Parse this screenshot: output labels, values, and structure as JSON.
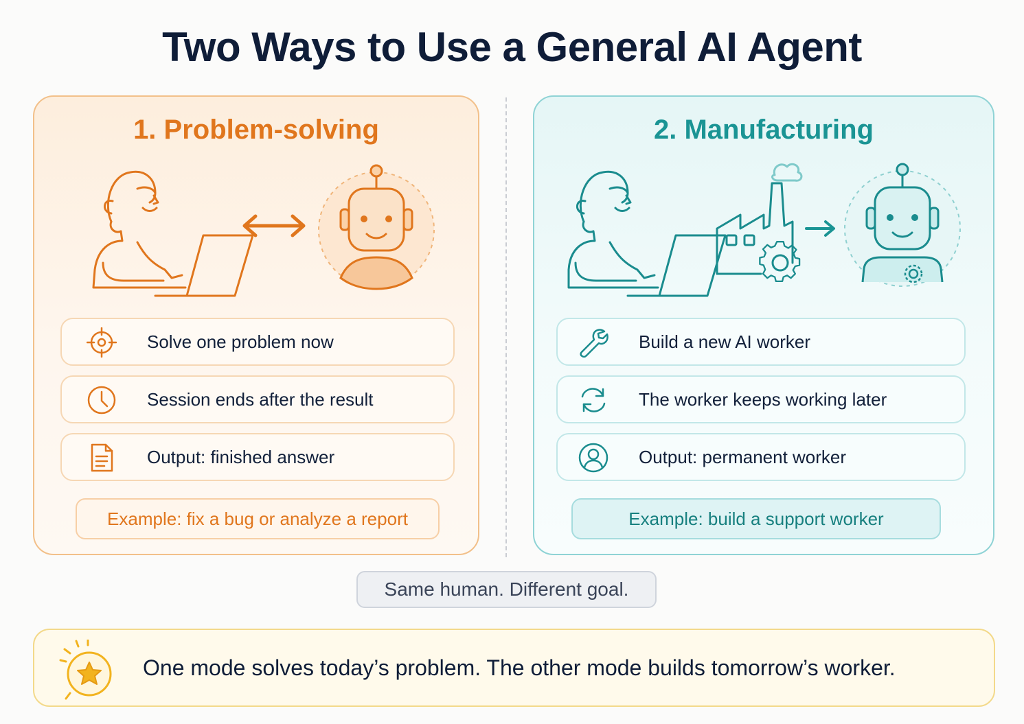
{
  "title": "Two Ways to Use a General AI Agent",
  "colors": {
    "orange_accent": "#e0761d",
    "teal_accent": "#1a9494",
    "navy_text": "#0f1d38",
    "yellow_accent": "#f2b31e"
  },
  "left": {
    "title": "1. Problem-solving",
    "illustration": [
      "person-at-laptop-icon",
      "double-arrow-icon",
      "robot-icon"
    ],
    "items": [
      {
        "icon": "target-icon",
        "label": "Solve one problem now"
      },
      {
        "icon": "clock-icon",
        "label": "Session ends after the result"
      },
      {
        "icon": "document-icon",
        "label": "Output: finished answer"
      }
    ],
    "example": "Example: fix a bug or analyze a report"
  },
  "right": {
    "title": "2. Manufacturing",
    "illustration": [
      "person-at-laptop-icon",
      "factory-gear-icon",
      "arrow-right-icon",
      "robot-with-gear-icon"
    ],
    "items": [
      {
        "icon": "wrench-icon",
        "label": "Build a new AI worker"
      },
      {
        "icon": "refresh-icon",
        "label": "The worker keeps working later"
      },
      {
        "icon": "user-circle-icon",
        "label": "Output: permanent worker"
      }
    ],
    "example": "Example: build a support worker"
  },
  "middle_note": "Same human. Different goal.",
  "footer": {
    "icon": "star-icon",
    "text": "One mode solves today’s problem. The other mode builds tomorrow’s worker."
  }
}
